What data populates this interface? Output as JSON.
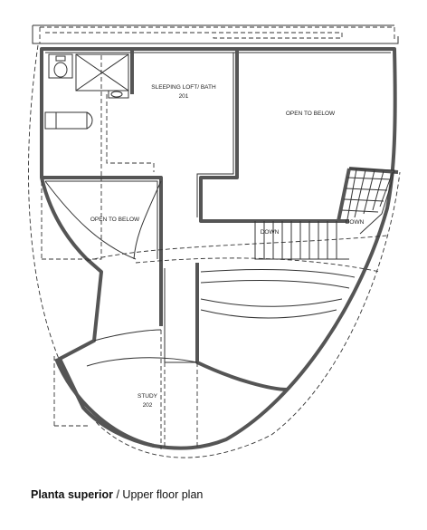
{
  "rooms": {
    "loft_line1": "SLEEPING LOFT/ BATH",
    "loft_line2": "201",
    "open_right": "OPEN TO BELOW",
    "open_left": "OPEN TO BELOW",
    "study_line1": "STUDY",
    "study_line2": "202"
  },
  "stairs": {
    "down_left": "DOWN",
    "down_right": "DOWN"
  },
  "caption": {
    "bold": "Planta superior",
    "rest": " / Upper floor plan"
  }
}
